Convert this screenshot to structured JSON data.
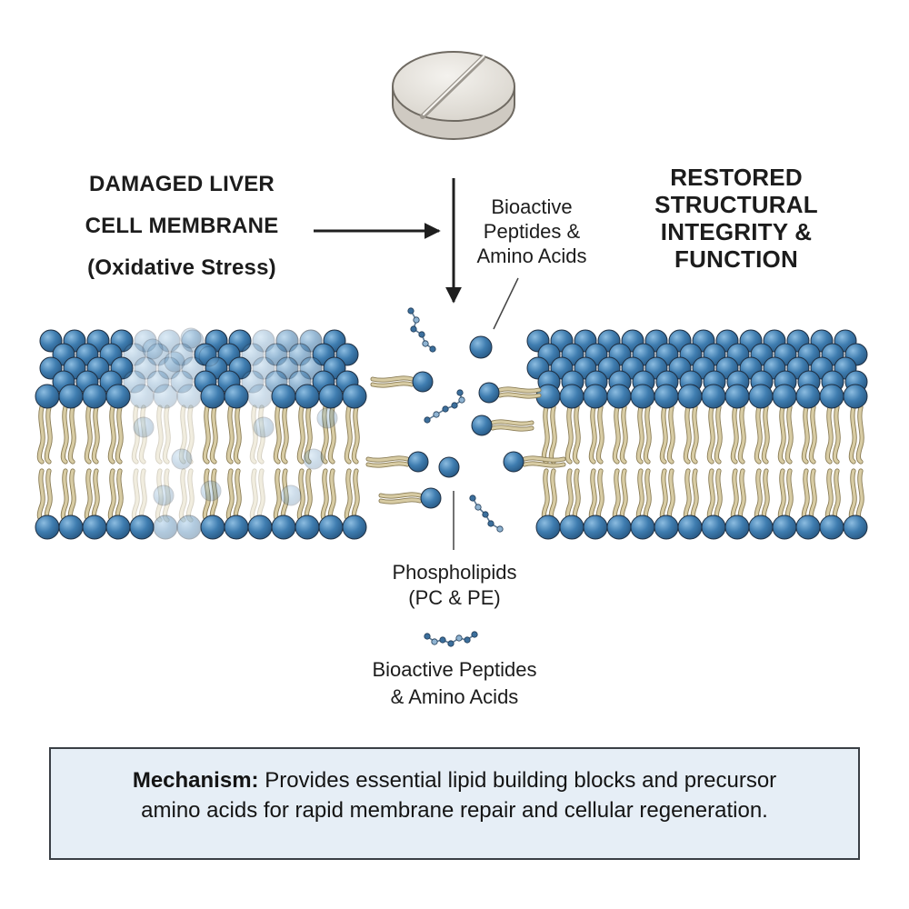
{
  "labels": {
    "damaged": {
      "line1": "DAMAGED LIVER",
      "line2": "CELL MEMBRANE",
      "line3": "(Oxidative Stress)"
    },
    "restored": {
      "line1": "RESTORED",
      "line2": "STRUCTURAL",
      "line3": "INTEGRITY &",
      "line4": "FUNCTION"
    },
    "peptides_top": {
      "line1": "Bioactive",
      "line2": "Peptides &",
      "line3": "Amino Acids"
    },
    "phospholipids": {
      "line1": "Phospholipids",
      "line2": "(PC & PE)"
    },
    "peptides_bottom": {
      "line1": "Bioactive Peptides",
      "line2": "& Amino Acids"
    }
  },
  "mechanism": {
    "heading": "Mechanism:",
    "line1_rest": "Provides essential lipid building blocks and precursor",
    "line2": "amino acids for rapid membrane repair and cellular regeneration."
  },
  "colors": {
    "head": "#3c78ab",
    "tail": "#d8cca4",
    "outline": "#1f2f42",
    "box_fill": "#e6eef6"
  },
  "icons": [
    "tablet-icon",
    "arrow-right-icon",
    "arrow-down-icon",
    "peptide-chain-icon",
    "phospholipid-icon"
  ]
}
